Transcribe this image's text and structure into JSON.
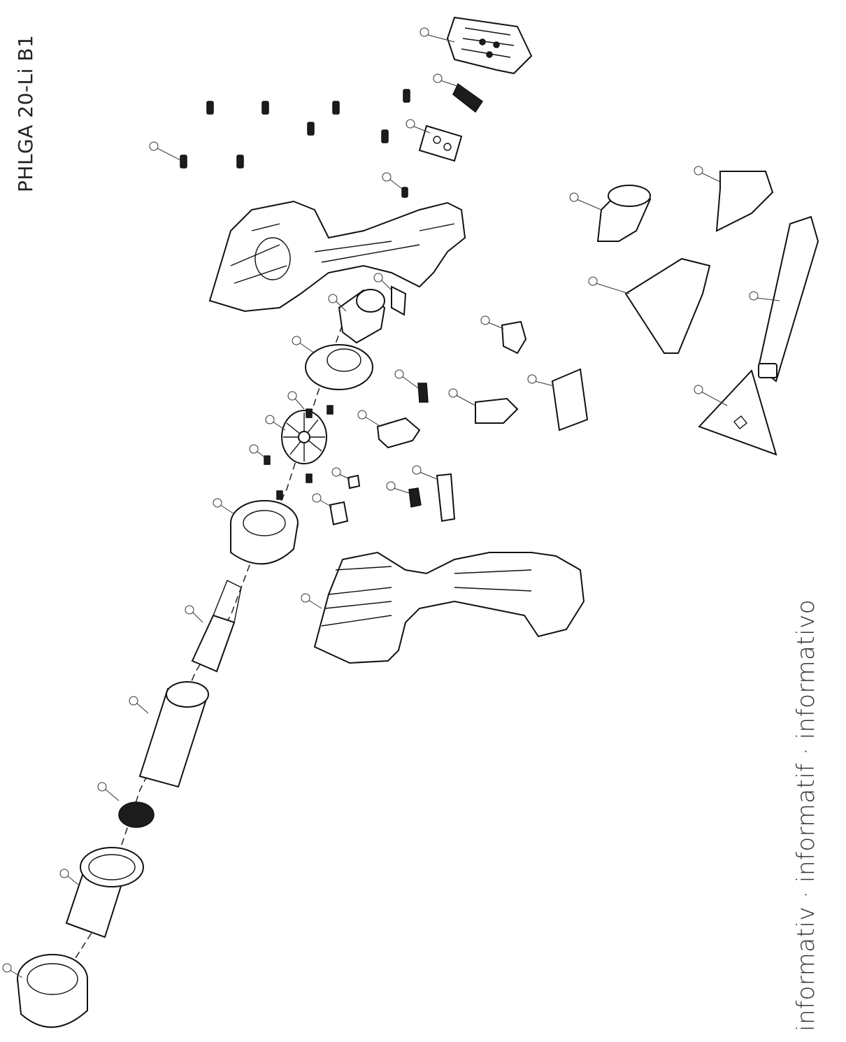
{
  "title": "PHLGA 20-Li B1",
  "footer_text": "informativ · informatif · informativo",
  "diagram": {
    "type": "exploded-parts-drawing"
  }
}
